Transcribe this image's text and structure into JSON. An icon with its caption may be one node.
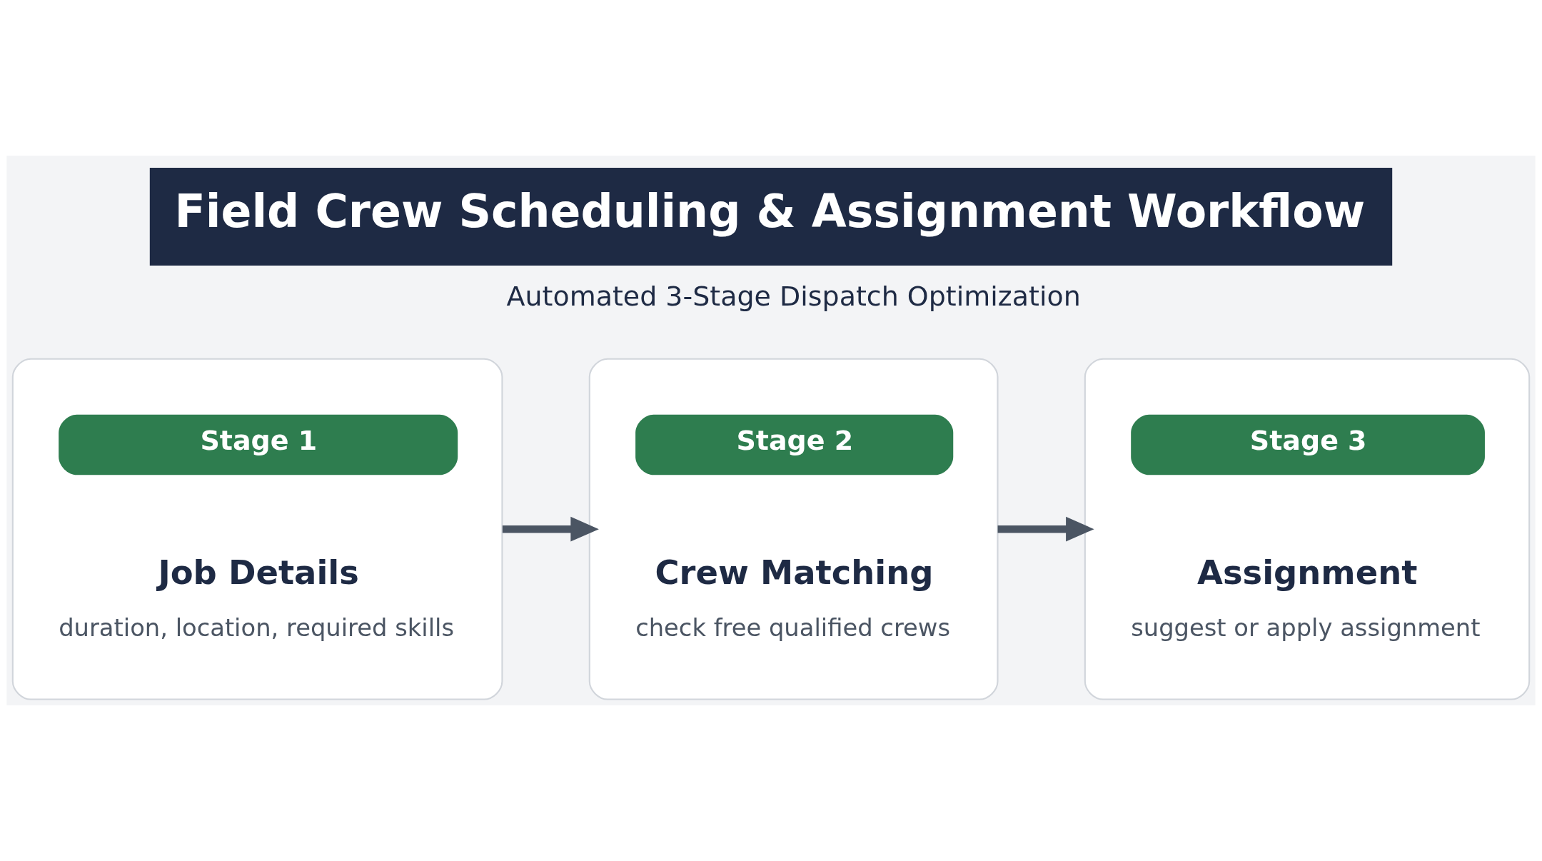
{
  "diagram": {
    "title": "Field Crew Scheduling & Assignment Workflow",
    "nodes": [
      {
        "text": [
          "Stage 1",
          "Job Details",
          "duration, location, required skills"
        ]
      },
      {
        "text": [
          "Stage 2",
          "Crew Matching",
          "check free qualified crews"
        ]
      },
      {
        "text": [
          "Stage 3",
          "Assignment",
          "suggest or apply assignment"
        ]
      }
    ],
    "edges": [
      {
        "from": 0,
        "to": 1,
        "arrow": "to"
      },
      {
        "from": 1,
        "to": 2,
        "arrow": "to"
      }
    ],
    "labels": [
      "Automated 3-Stage Dispatch Optimization"
    ]
  }
}
